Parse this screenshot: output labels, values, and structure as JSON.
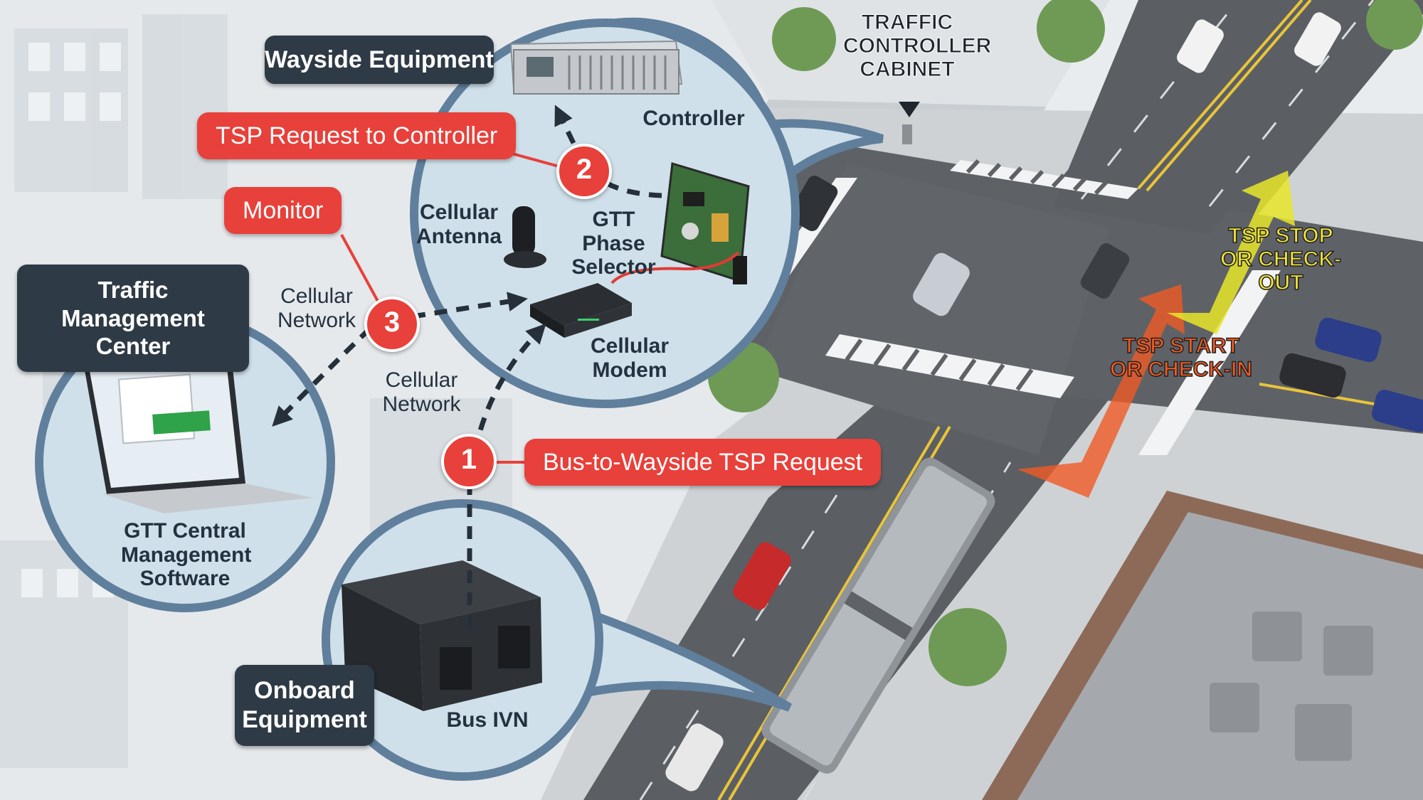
{
  "panels": {
    "wayside": {
      "title": "Wayside Equipment",
      "controller": "Controller",
      "cellular_antenna": "Cellular Antenna",
      "phase_selector": "GTT Phase Selector",
      "cellular_modem": "Cellular Modem"
    },
    "tmc": {
      "title": "Traffic Management Center",
      "software": "GTT Central Management Software"
    },
    "onboard": {
      "title": "Onboard Equipment",
      "device": "Bus IVN"
    }
  },
  "steps": [
    {
      "number": "1",
      "label": "Bus-to-Wayside TSP Request"
    },
    {
      "number": "2",
      "label": "TSP Request to Controller"
    },
    {
      "number": "3",
      "label": "Monitor"
    }
  ],
  "network_labels": {
    "upper": "Cellular Network",
    "lower": "Cellular Network"
  },
  "scene": {
    "cabinet": "TRAFFIC CONTROLLER CABINET",
    "tsp_start": "TSP START OR CHECK-IN",
    "tsp_stop": "TSP STOP OR CHECK-OUT"
  },
  "colors": {
    "accent_red": "#e8403a",
    "panel_blue": "#5f7f9c",
    "tag_dark": "#2e3a45",
    "arrow_yellow": "#e8e62a",
    "arrow_orange": "#f05a24"
  }
}
